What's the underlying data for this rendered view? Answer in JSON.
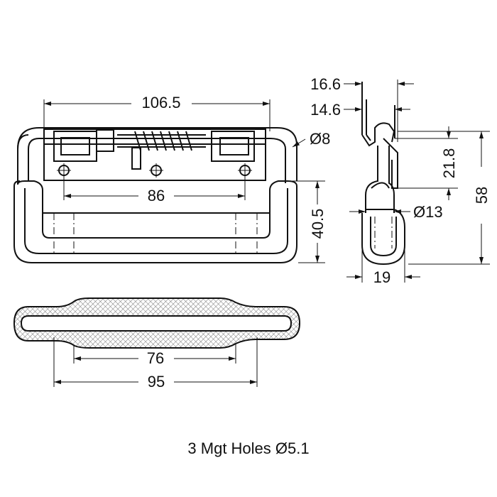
{
  "dimensions": {
    "overall_width": "106.5",
    "handle_wire_dia": "Ø8",
    "hole_spacing": "86",
    "handle_projection": "40.5",
    "top_offset_a": "16.6",
    "top_offset_b": "14.6",
    "bracket_height": "21.8",
    "overall_height": "58",
    "grip_dia": "Ø13",
    "grip_depth": "19",
    "grip_length": "76",
    "grip_overall": "95"
  },
  "note": "3 Mgt Holes Ø5.1",
  "colors": {
    "line": "#111111",
    "background": "#ffffff",
    "hatch": "#555555"
  }
}
